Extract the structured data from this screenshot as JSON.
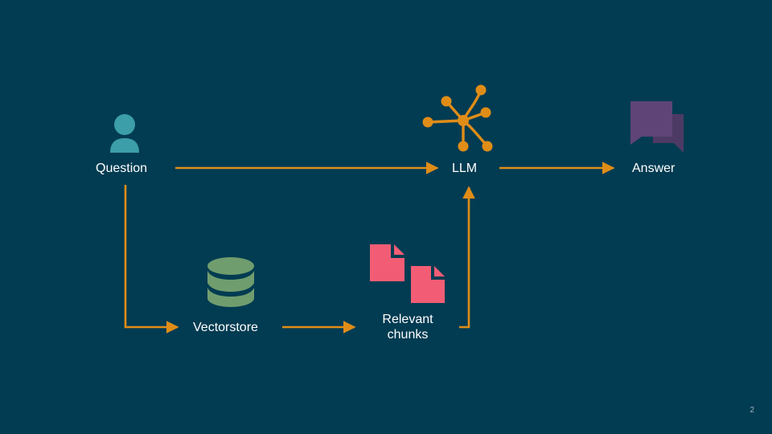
{
  "diagram": {
    "nodes": {
      "question": {
        "label": "Question",
        "icon": "person-icon",
        "color": "#3B9EA9"
      },
      "llm": {
        "label": "LLM",
        "icon": "network-nodes-icon",
        "color": "#E08D18"
      },
      "answer": {
        "label": "Answer",
        "icon": "chat-bubbles-icon",
        "color": "#5E4477"
      },
      "vectorstore": {
        "label": "Vectorstore",
        "icon": "database-icon",
        "color": "#709D6E"
      },
      "chunks": {
        "label_line1": "Relevant",
        "label_line2": "chunks",
        "icon": "document-icon",
        "color": "#F25D75"
      }
    },
    "edges": [
      {
        "from": "question",
        "to": "llm"
      },
      {
        "from": "llm",
        "to": "answer"
      },
      {
        "from": "question",
        "to": "vectorstore"
      },
      {
        "from": "vectorstore",
        "to": "chunks"
      },
      {
        "from": "chunks",
        "to": "llm"
      }
    ],
    "arrow_color": "#E08D18"
  },
  "slide": {
    "background": "#023C52",
    "page_number": "2"
  }
}
